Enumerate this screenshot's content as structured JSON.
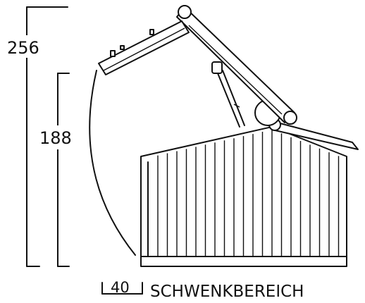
{
  "dimensions": {
    "total_height": "256",
    "body_height": "188",
    "swing_width": "40"
  },
  "caption": "SCHWENKBEREICH"
}
